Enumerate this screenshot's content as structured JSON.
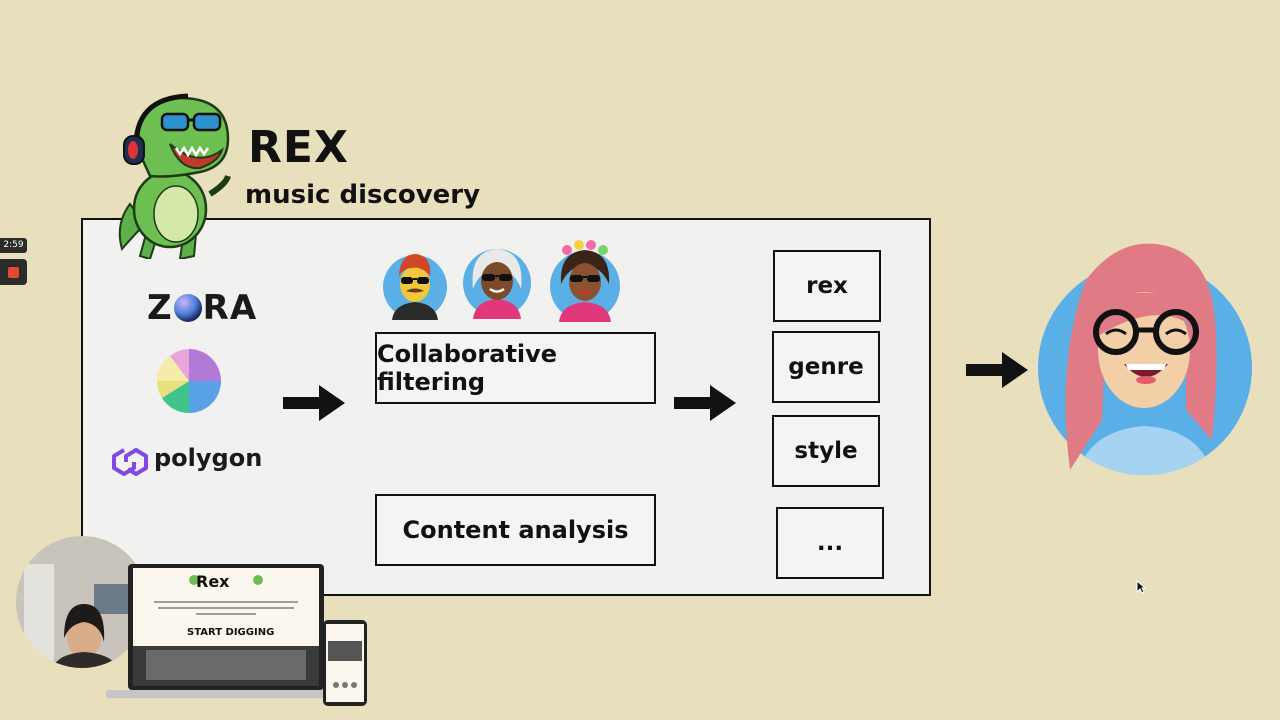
{
  "recorder": {
    "timer": "2:59"
  },
  "header": {
    "title": "REX",
    "subtitle": "music discovery"
  },
  "sources": {
    "zora": "ZORA",
    "polygon": "polygon"
  },
  "methods": {
    "collaborative": "Collaborative filtering",
    "content": "Content analysis"
  },
  "outputs": {
    "tags": [
      "rex",
      "genre",
      "style",
      "..."
    ]
  },
  "preview": {
    "site_title": "Rex",
    "cta": "START DIGGING"
  },
  "colors": {
    "background": "#e8dfbd",
    "panel": "#f1f1ef",
    "avatar_bg": "#5ab0e6",
    "user_hair": "#e07b86"
  }
}
